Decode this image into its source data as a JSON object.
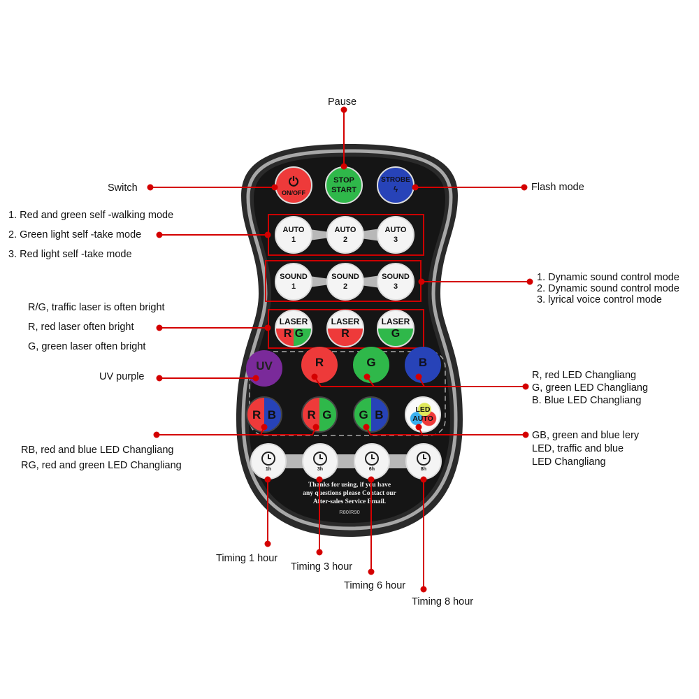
{
  "remote": {
    "power_label": "ON/OFF",
    "stop_line1": "STOP",
    "stop_line2": "START",
    "strobe_label": "STROBE",
    "auto": [
      {
        "l1": "AUTO",
        "l2": "1"
      },
      {
        "l1": "AUTO",
        "l2": "2"
      },
      {
        "l1": "AUTO",
        "l2": "3"
      }
    ],
    "sound": [
      {
        "l1": "SOUND",
        "l2": "1"
      },
      {
        "l1": "SOUND",
        "l2": "2"
      },
      {
        "l1": "SOUND",
        "l2": "3"
      }
    ],
    "laser": [
      {
        "top": "LASER",
        "a": "R",
        "b": "G"
      },
      {
        "top": "LASER",
        "a": "R"
      },
      {
        "top": "LASER",
        "a": "G"
      }
    ],
    "color_row1": [
      "UV",
      "R",
      "G",
      "B"
    ],
    "color_row2": [
      {
        "a": "R",
        "b": "B"
      },
      {
        "a": "R",
        "b": "G"
      },
      {
        "a": "G",
        "b": "B"
      }
    ],
    "led_auto": {
      "l1": "LED",
      "l2": "AUTO"
    },
    "timers": [
      "1h",
      "3h",
      "6h",
      "8h"
    ],
    "note_lines": [
      "Thanks for using, if you have",
      "any questions please Contact our",
      "After-sales Service Email."
    ],
    "model": "R80/R90"
  },
  "annotations": {
    "pause": "Pause",
    "switch": "Switch",
    "flash": "Flash mode",
    "auto_modes": [
      "1. Red and green self -walking mode",
      "2. Green light self -take mode",
      "3. Red light self -take mode"
    ],
    "sound_modes": [
      "1. Dynamic sound control mode",
      "2. Dynamic sound control mode",
      "3. lyrical voice control mode"
    ],
    "laser_modes": [
      "R/G, traffic laser is often bright",
      "R, red laser often bright",
      "G, green laser often bright"
    ],
    "uv": "UV purple",
    "rgb_led": [
      "R, red LED Changliang",
      "G, green LED Changliang",
      "B. Blue LED Changliang"
    ],
    "mixed_left": [
      "RB, red and blue LED Changliang",
      "RG, red and green LED Changliang"
    ],
    "mixed_right": [
      "GB, green and blue lery",
      "LED, traffic and blue",
      "LED Changliang"
    ],
    "timers": [
      "Timing 1 hour",
      "Timing 3 hour",
      "Timing 6 hour",
      "Timing 8 hour"
    ]
  },
  "colors": {
    "red": "#ee3a3a",
    "green": "#2fb84a",
    "blue": "#2743b8",
    "purple": "#7a2a9a",
    "annotation": "#d40000"
  }
}
